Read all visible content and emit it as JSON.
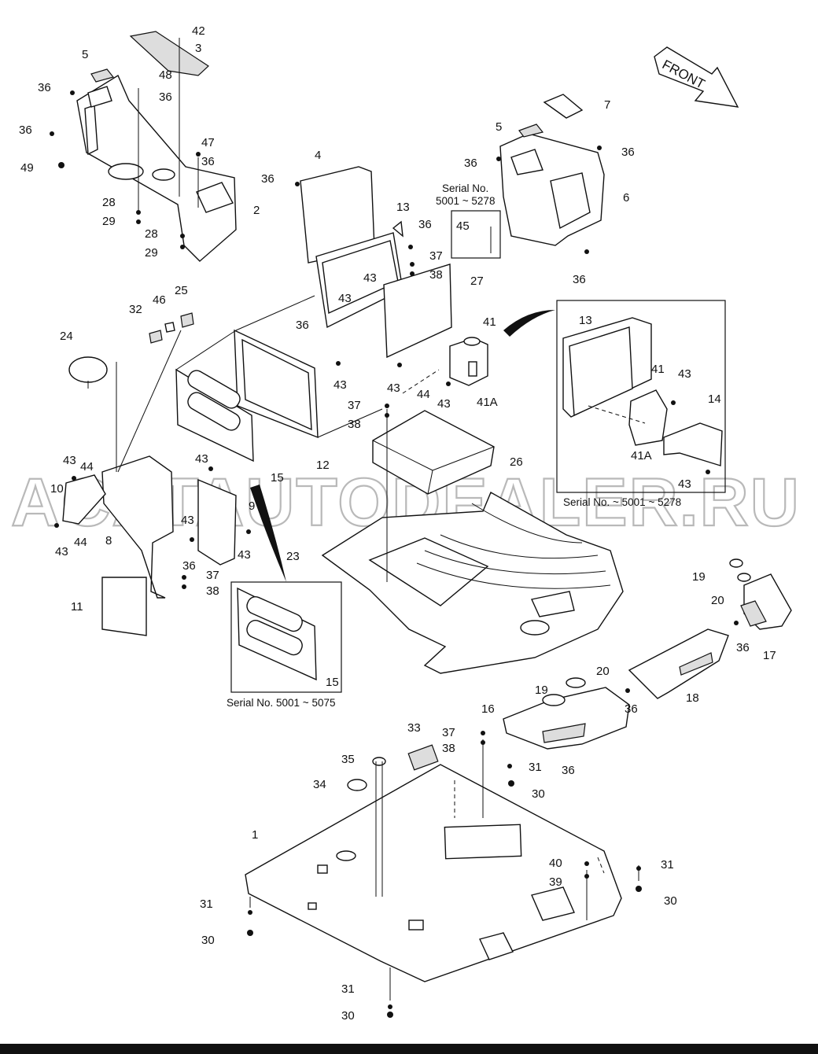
{
  "front_label": "FRONT",
  "watermark": "ACATAUTODEALER.RU",
  "serial_notes": {
    "upper_middle_line1": "Serial No.",
    "upper_middle_line2": "5001 ~ 5278",
    "right_detail": "Serial No. ~ 5001 ~ 5278",
    "left_detail": "Serial No. 5001 ~ 5075"
  },
  "labels": {
    "p1": "1",
    "p2": "2",
    "p3": "3",
    "p4": "4",
    "p5a": "5",
    "p5b": "5",
    "p6": "6",
    "p7": "7",
    "p8": "8",
    "p9": "9",
    "p10": "10",
    "p11": "11",
    "p12": "12",
    "p13a": "13",
    "p13b": "13",
    "p14": "14",
    "p15a": "15",
    "p15b": "15",
    "p16": "16",
    "p17": "17",
    "p18": "18",
    "p19a": "19",
    "p19b": "19",
    "p20a": "20",
    "p20b": "20",
    "p23": "23",
    "p24": "24",
    "p25": "25",
    "p26": "26",
    "p27": "27",
    "p28a": "28",
    "p28b": "28",
    "p29a": "29",
    "p29b": "29",
    "p30a": "30",
    "p30b": "30",
    "p30c": "30",
    "p30d": "30",
    "p31a": "31",
    "p31b": "31",
    "p31c": "31",
    "p31d": "31",
    "p32": "32",
    "p33": "33",
    "p34": "34",
    "p35": "35",
    "p36a": "36",
    "p36b": "36",
    "p36c": "36",
    "p36d": "36",
    "p36e": "36",
    "p36f": "36",
    "p36g": "36",
    "p36h": "36",
    "p36i": "36",
    "p36j": "36",
    "p36k": "36",
    "p36l": "36",
    "p36m": "36",
    "p36n": "36",
    "p37a": "37",
    "p37b": "37",
    "p37c": "37",
    "p37d": "37",
    "p38a": "38",
    "p38b": "38",
    "p38c": "38",
    "p38d": "38",
    "p39": "39",
    "p40": "40",
    "p41a": "41",
    "p41b": "41",
    "p41Aa": "41A",
    "p41Ab": "41A",
    "p42": "42",
    "p43a": "43",
    "p43b": "43",
    "p43c": "43",
    "p43d": "43",
    "p43e": "43",
    "p43f": "43",
    "p43g": "43",
    "p43h": "43",
    "p43i": "43",
    "p43j": "43",
    "p43k": "43",
    "p43l": "43",
    "p44a": "44",
    "p44b": "44",
    "p44c": "44",
    "p45": "45",
    "p46": "46",
    "p47": "47",
    "p48": "48",
    "p49": "49"
  }
}
